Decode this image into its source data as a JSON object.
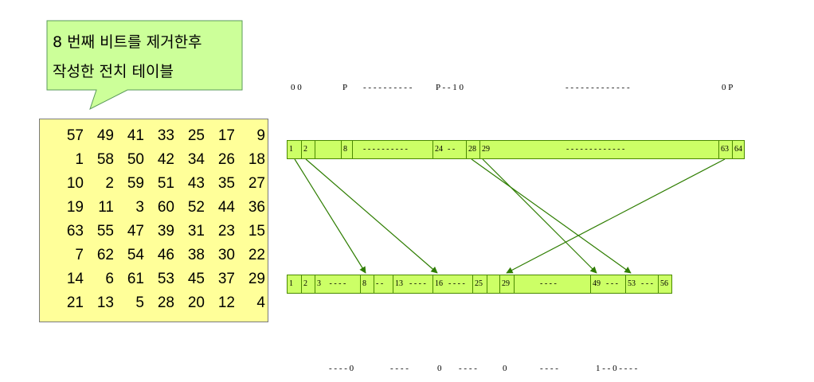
{
  "callout": {
    "line1": "8 번째 비트를 제거한후",
    "line2": "작성한 전치 테이블"
  },
  "pc_table": {
    "rows": [
      [
        "57",
        "49",
        "41",
        "33",
        "25",
        "17",
        "9"
      ],
      [
        "1",
        "58",
        "50",
        "42",
        "34",
        "26",
        "18"
      ],
      [
        "10",
        "2",
        "59",
        "51",
        "43",
        "35",
        "27"
      ],
      [
        "19",
        "11",
        "3",
        "60",
        "52",
        "44",
        "36"
      ],
      [
        "63",
        "55",
        "47",
        "39",
        "31",
        "23",
        "15"
      ],
      [
        "7",
        "62",
        "54",
        "46",
        "38",
        "30",
        "22"
      ],
      [
        "14",
        "6",
        "61",
        "53",
        "45",
        "37",
        "29"
      ],
      [
        "21",
        "13",
        "5",
        "28",
        "20",
        "12",
        "4"
      ]
    ]
  },
  "top_labels": {
    "a": "0  0",
    "b": "P",
    "c": "- - - - - - - - - -",
    "d": "P - -  1  0",
    "e": "- - - - - - - - - - - - -",
    "f": "0  P"
  },
  "top_bar": {
    "c1": "1",
    "c2": "2",
    "c8": "8",
    "dots1": "- - - - - - - - - -",
    "c24": "24",
    "dots2": "- -",
    "c28": "28",
    "c29": "29",
    "dots3": "- - - - - - - - - - - - -",
    "c63": "63",
    "c64": "64"
  },
  "bottom_bar": {
    "c1": "1",
    "c2": "2",
    "c3": "3",
    "d1": "- - - -",
    "c8": "8",
    "d2": "- -",
    "c13": "13",
    "d3": "- - - -",
    "c16": "16",
    "d4": "- - - -",
    "c25": "25",
    "c29": "29",
    "d5": "- - - -",
    "c49": "49",
    "d6": "- - -",
    "c53": "53",
    "d7": "- - -",
    "c56": "56"
  },
  "bottom_labels": {
    "a": "- - - -   0",
    "b": "- - - -",
    "c": "0",
    "d": "- - - -",
    "e": "0",
    "f": "- - - -",
    "g": "1  - -  0  - - - -"
  },
  "colors": {
    "bar_fill": "#ccff66",
    "bar_border": "#4a8a00",
    "callout_fill": "#ccff99",
    "table_fill": "#ffff99",
    "arrow": "#2e7d00"
  }
}
